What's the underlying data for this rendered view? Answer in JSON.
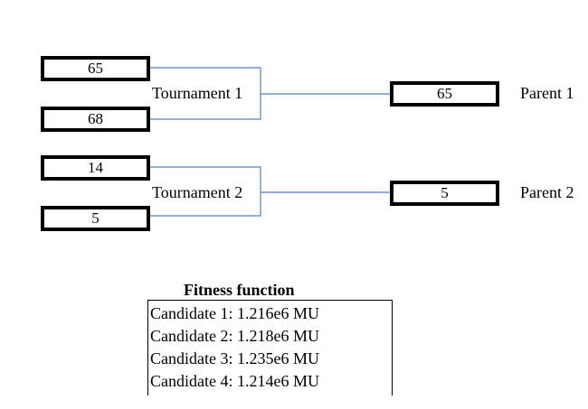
{
  "tournaments": [
    {
      "label": "Tournament 1",
      "candidates": [
        "65",
        "68"
      ],
      "winner": "65",
      "parent_label": "Parent 1"
    },
    {
      "label": "Tournament 2",
      "candidates": [
        "14",
        "5"
      ],
      "winner": "5",
      "parent_label": "Parent 2"
    }
  ],
  "fitness": {
    "title": "Fitness function",
    "rows": [
      "Candidate 1:  1.216e6 MU",
      "Candidate 2:  1.218e6 MU",
      "Candidate 3:  1.235e6 MU",
      "Candidate 4:  1.214e6 MU"
    ]
  },
  "colors": {
    "connector": "#4f81bd",
    "box_border": "#000000"
  }
}
